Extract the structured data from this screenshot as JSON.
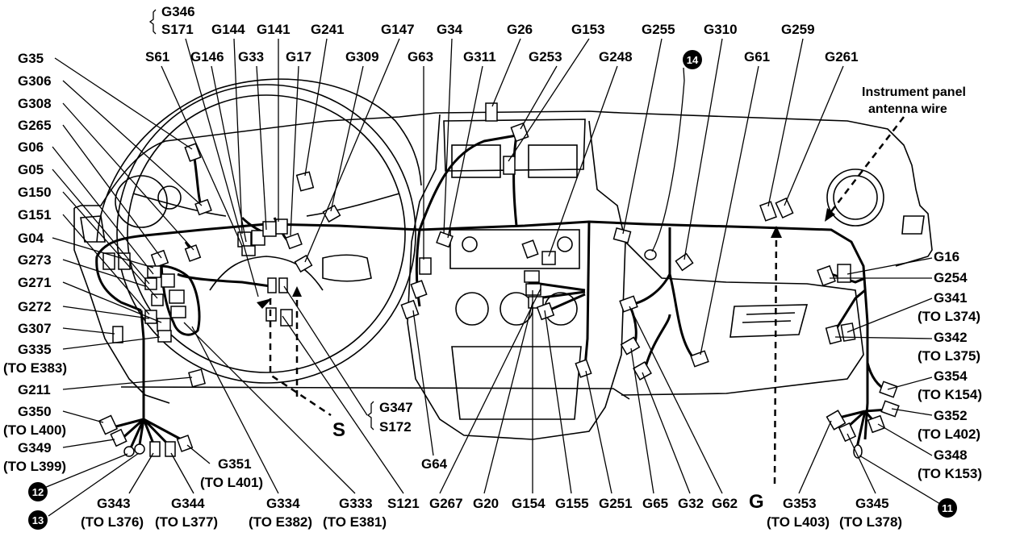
{
  "annotation": {
    "line1": "Instrument panel",
    "line2": "antenna wire"
  },
  "markers": {
    "s": "S",
    "g": "G"
  },
  "circled": [
    "14",
    "12",
    "13",
    "11"
  ],
  "labels": {
    "top_g346": "G346",
    "top_s171": "S171",
    "g144": "G144",
    "g141": "G141",
    "g241": "G241",
    "g147": "G147",
    "g34": "G34",
    "g26": "G26",
    "g153": "G153",
    "g255": "G255",
    "g310": "G310",
    "g259": "G259",
    "s61": "S61",
    "g146": "G146",
    "g33": "G33",
    "g17": "G17",
    "g309": "G309",
    "g63": "G63",
    "g311": "G311",
    "g253": "G253",
    "g248": "G248",
    "g61": "G61",
    "g261": "G261",
    "g35": "G35",
    "g306": "G306",
    "g308": "G308",
    "g265": "G265",
    "g06": "G06",
    "g05": "G05",
    "g150": "G150",
    "g151": "G151",
    "g04": "G04",
    "g273": "G273",
    "g271": "G271",
    "g272": "G272",
    "g307": "G307",
    "g335": "G335",
    "g335_to": "(TO E383)",
    "g211": "G211",
    "g350": "G350",
    "g350_to": "(TO L400)",
    "g349": "G349",
    "g349_to": "(TO L399)",
    "g351": "G351",
    "g351_to": "(TO L401)",
    "g343": "G343",
    "g343_to": "(TO L376)",
    "g344": "G344",
    "g344_to": "(TO L377)",
    "g334": "G334",
    "g334_to": "(TO E382)",
    "g333": "G333",
    "g333_to": "(TO E381)",
    "s121": "S121",
    "g267": "G267",
    "g20": "G20",
    "g154": "G154",
    "g155": "G155",
    "g251": "G251",
    "g65": "G65",
    "g32": "G32",
    "g62": "G62",
    "g64": "G64",
    "g347": "G347",
    "s172": "S172",
    "g353": "G353",
    "g353_to": "(TO L403)",
    "g345": "G345",
    "g345_to": "(TO L378)",
    "g16": "G16",
    "g254": "G254",
    "g341": "G341",
    "g341_to": "(TO L374)",
    "g342": "G342",
    "g342_to": "(TO L375)",
    "g354": "G354",
    "g354_to": "(TO K154)",
    "g352": "G352",
    "g352_to": "(TO L402)",
    "g348": "G348",
    "g348_to": "(TO K153)"
  }
}
